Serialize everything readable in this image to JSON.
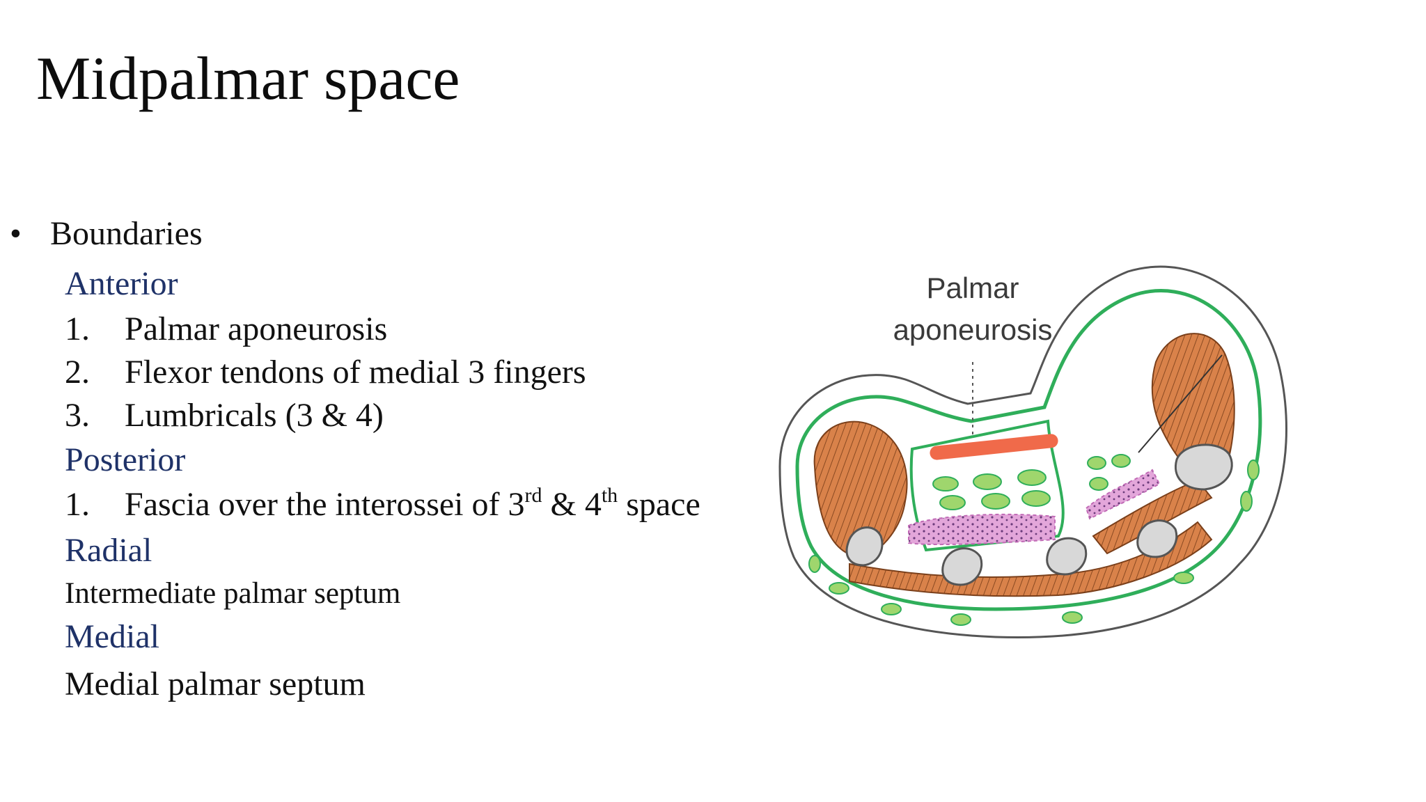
{
  "title": "Midpalmar space",
  "boundaries": {
    "bullet": "•",
    "label": "Boundaries",
    "anterior": {
      "heading": "Anterior",
      "items": [
        {
          "num": "1.",
          "text": "Palmar aponeurosis"
        },
        {
          "num": "2.",
          "text": "Flexor tendons of medial 3 fingers"
        },
        {
          "num": "3.",
          "text": "Lumbricals (3 & 4)"
        }
      ]
    },
    "posterior": {
      "heading": "Posterior",
      "item": {
        "num": "1.",
        "text_a": "Fascia over the interossei of 3",
        "sup_a": "rd",
        "text_b": " & 4",
        "sup_b": "th",
        "text_c": " space"
      }
    },
    "radial": {
      "heading": "Radial",
      "text": "Intermediate palmar septum"
    },
    "medial": {
      "heading": "Medial",
      "text": "Medial palmar septum"
    }
  },
  "figure": {
    "label_line1": "Palmar",
    "label_line2": "aponeurosis"
  },
  "colors": {
    "heading": "#1f3268",
    "fascia_green": "#2fae5a",
    "muscle_orange": "#d9824a",
    "tendon_green": "#9fd66d",
    "lumbrical_pink": "#d99ad0",
    "artery_red": "#f06a4a",
    "bone_grey": "#d8d8d8"
  }
}
